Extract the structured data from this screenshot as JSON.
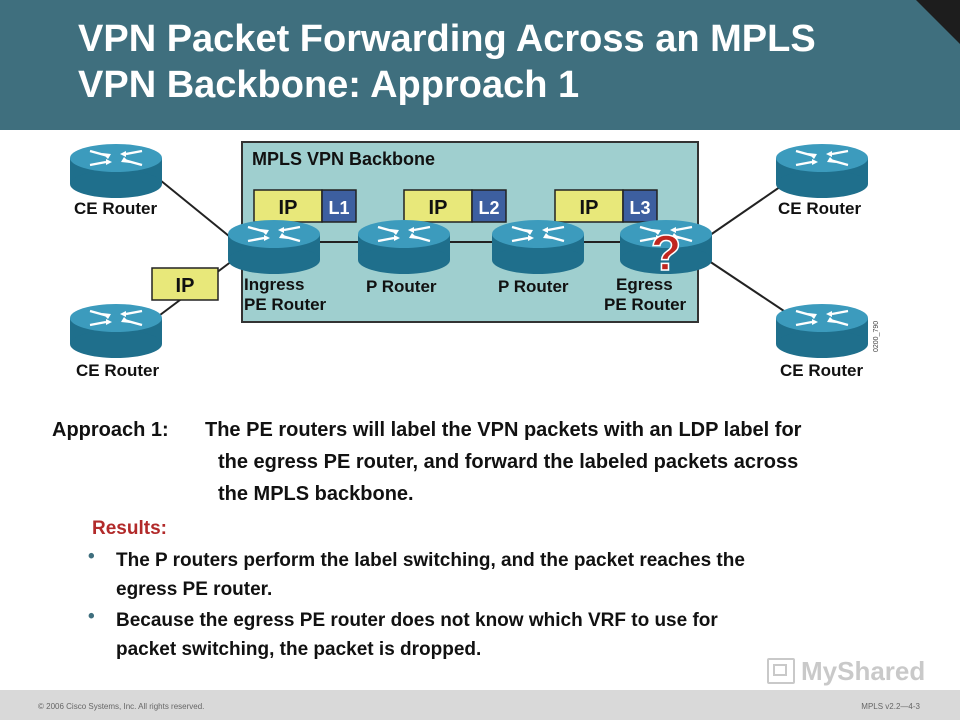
{
  "slide": {
    "title_line1": "VPN Packet Forwarding Across an MPLS",
    "title_line2": "VPN Backbone: Approach 1",
    "approach_label": "Approach 1:",
    "approach_lines": [
      "The PE routers will label the VPN packets with an LDP label for",
      "the egress PE router, and forward the labeled packets across",
      "the MPLS backbone."
    ],
    "results_heading": "Results:",
    "bullets": [
      {
        "line1": "The P routers perform the label switching, and the packet reaches the",
        "line2": "egress PE router."
      },
      {
        "line1": "Because the egress PE router does not know which VRF to use for",
        "line2": "packet switching, the packet is dropped."
      }
    ],
    "footer_copyright": "© 2006 Cisco Systems, Inc. All rights reserved.",
    "footer_version": "MPLS v2.2—4-3",
    "logo_text": "MyShared"
  },
  "diagram": {
    "backbone_label": "MPLS VPN Backbone",
    "colors": {
      "backbone_fill": "#9fcfcf",
      "ip_tag": "#e8e87a",
      "label_tag": "#3d5fa0",
      "router": "#2e86a6",
      "question_mark": "#c0261e"
    },
    "labels": {
      "ce_tl": "CE Router",
      "ce_bl": "CE Router",
      "ce_tr": "CE Router",
      "ce_br": "CE Router",
      "ingress_l1": "Ingress",
      "ingress_l2": "PE Router",
      "p1": "P Router",
      "p2": "P Router",
      "egress_l1": "Egress",
      "egress_l2": "PE Router",
      "question": "?",
      "figure_code": "0200_790"
    },
    "packets": [
      {
        "ip": "IP",
        "label": "L1"
      },
      {
        "ip": "IP",
        "label": "L2"
      },
      {
        "ip": "IP",
        "label": "L3"
      }
    ],
    "incoming_packet": "IP"
  }
}
